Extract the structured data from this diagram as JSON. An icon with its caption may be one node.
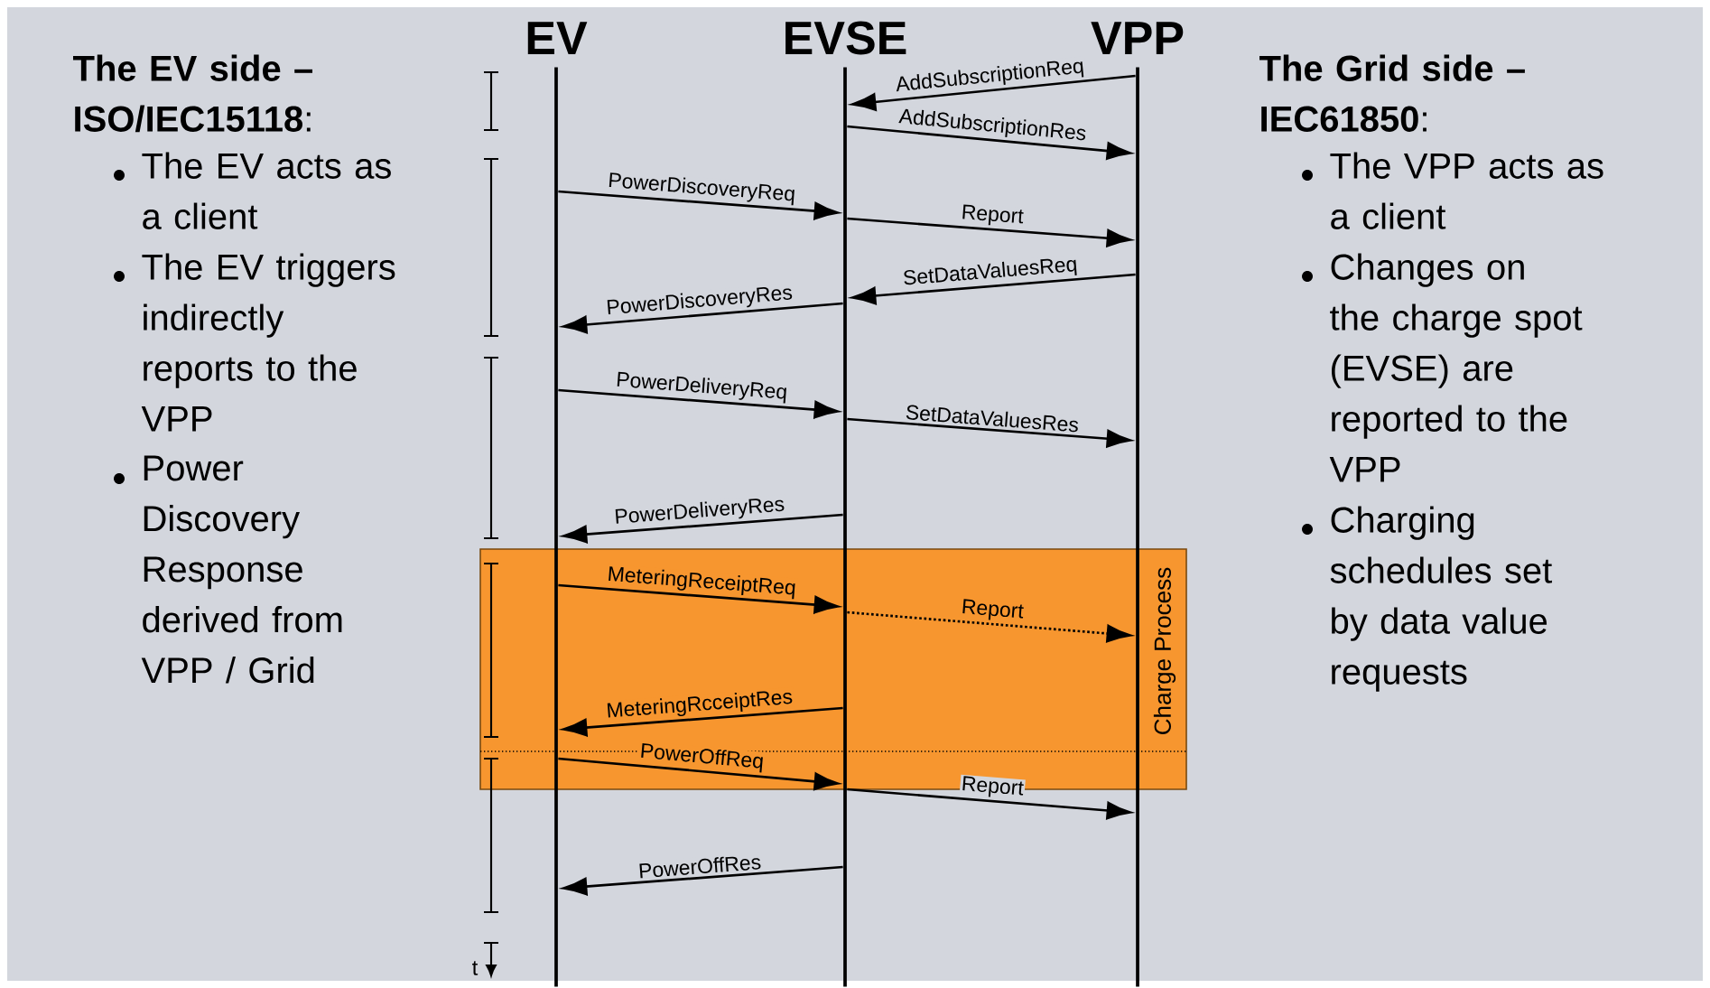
{
  "diagram": {
    "nodes": [
      {
        "text": [],
        "shape": "bar",
        "beside": [
          "EV"
        ]
      },
      {
        "text": [],
        "shape": "bar",
        "beside": [
          "EVSE"
        ]
      },
      {
        "text": [],
        "shape": "bar",
        "beside": [
          "VPP"
        ]
      },
      {
        "text": [
          "Charge Process"
        ]
      }
    ],
    "edges": [
      {
        "from": 2,
        "to": 1,
        "arrow": "to",
        "label": "AddSubscriptionReq"
      },
      {
        "from": 1,
        "to": 2,
        "arrow": "to",
        "label": "AddSubscriptionRes"
      },
      {
        "from": 0,
        "to": 1,
        "arrow": "to",
        "label": "PowerDiscoveryReq"
      },
      {
        "from": 1,
        "to": 2,
        "arrow": "to",
        "label": "Report"
      },
      {
        "from": 2,
        "to": 1,
        "arrow": "to",
        "label": "SetDataValuesReq"
      },
      {
        "from": 1,
        "to": 0,
        "arrow": "to",
        "label": "PowerDiscoveryRes"
      },
      {
        "from": 0,
        "to": 1,
        "arrow": "to",
        "label": "PowerDeliveryReq"
      },
      {
        "from": 1,
        "to": 2,
        "arrow": "to",
        "label": "SetDataValuesRes"
      },
      {
        "from": 1,
        "to": 0,
        "arrow": "to",
        "label": "PowerDeliveryRes"
      },
      {
        "from": 0,
        "to": 1,
        "arrow": "to",
        "label": "MeteringReceiptReq"
      },
      {
        "from": 1,
        "to": 2,
        "arrow": "to",
        "label": "Report",
        "style": "dashed"
      },
      {
        "from": 1,
        "to": 0,
        "arrow": "to",
        "label": "MeteringRcceiptRes"
      },
      {
        "from": 0,
        "to": 1,
        "arrow": "to",
        "label": "PowerOffReq"
      },
      {
        "from": 1,
        "to": 2,
        "arrow": "to",
        "label": "Report"
      },
      {
        "from": 1,
        "to": 0,
        "arrow": "to",
        "label": "PowerOffRes"
      }
    ],
    "labels": [
      "**The EV side – ISO/IEC15118**:",
      "The EV acts as a client",
      "The EV triggers indirectly reports to the VPP",
      "Power Discovery Response derived from VPP / Grid",
      "**The Grid side – IEC61850**:",
      "The VPP acts as a client",
      "Changes on the charge spot (EVSE) are reported to the VPP",
      "Charging schedules set by data value requests",
      "t"
    ]
  }
}
